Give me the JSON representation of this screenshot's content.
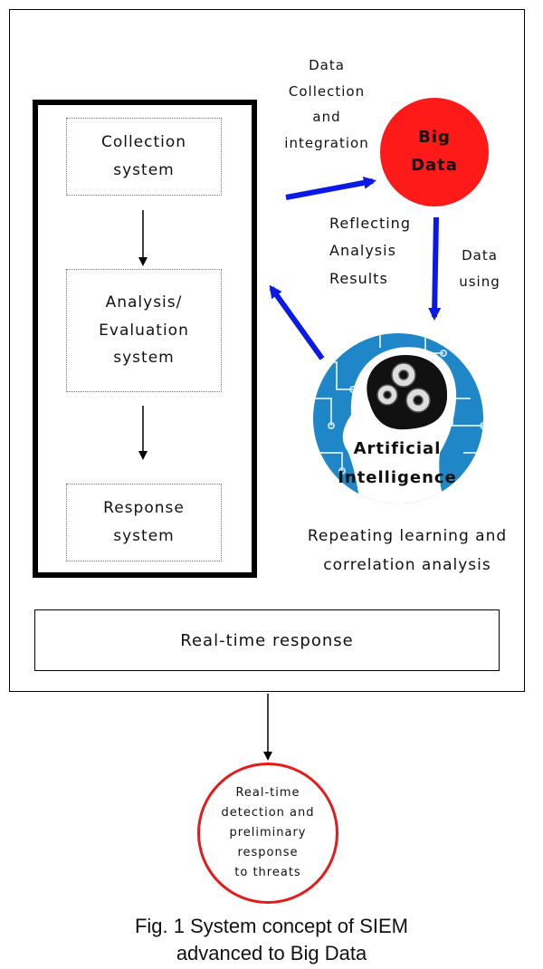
{
  "diagram": {
    "boxes": {
      "collection": "Collection\nsystem",
      "analysis": "Analysis/\nEvaluation\nsystem",
      "response": "Response\nsystem"
    },
    "labels": {
      "data_collection": "Data\nCollection\nand\nintegration",
      "big_data": "Big\nData",
      "reflecting": "Reflecting\nAnalysis\nResults",
      "data_using": "Data\nusing",
      "ai": "Artificial\nIntelligence",
      "repeating": "Repeating learning and\ncorrelation analysis",
      "realtime_response": "Real-time response",
      "threat_detection": "Real-time\ndetection and\npreliminary\nresponse\nto threats"
    },
    "caption": "Fig. 1 System concept of SIEM\nadvanced to Big Data",
    "colors": {
      "big_data_fill": "#ff1a1a",
      "arrow_blue": "#0a19e6",
      "ai_blue": "#1f86c8",
      "threat_border": "#e51b1b"
    }
  }
}
